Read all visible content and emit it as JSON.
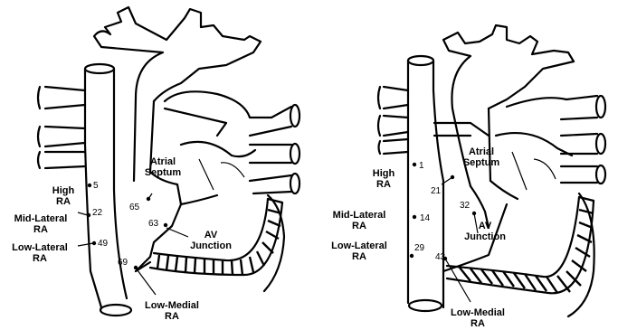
{
  "left_diagram": {
    "labels": {
      "high_ra": [
        "High",
        "RA"
      ],
      "mid_lateral_ra": [
        "Mid-Lateral",
        "RA"
      ],
      "low_lateral_ra": [
        "Low-Lateral",
        "RA"
      ],
      "atrial_septum": [
        "Atrial",
        "Septum"
      ],
      "av_junction": [
        "AV",
        "Junction"
      ],
      "low_medial_ra": [
        "Low-Medial",
        "RA"
      ]
    },
    "values": {
      "high_ra": "5",
      "mid_lateral_ra": "22",
      "low_lateral_ra": "49",
      "atrial_septum": "65",
      "av_junction": "63",
      "low_medial_ra": "69"
    }
  },
  "right_diagram": {
    "labels": {
      "high_ra": [
        "High",
        "RA"
      ],
      "mid_lateral_ra": [
        "Mid-Lateral",
        "RA"
      ],
      "low_lateral_ra": [
        "Low-Lateral",
        "RA"
      ],
      "atrial_septum": [
        "Atrial",
        "Septum"
      ],
      "av_junction": [
        "AV",
        "Junction"
      ],
      "low_medial_ra": [
        "Low-Medial",
        "RA"
      ]
    },
    "values": {
      "high_ra": "1",
      "atrial_septum": "21",
      "av_junction": "32",
      "mid_lateral_ra": "14",
      "low_lateral_ra": "29",
      "low_medial_ra": "43"
    }
  }
}
